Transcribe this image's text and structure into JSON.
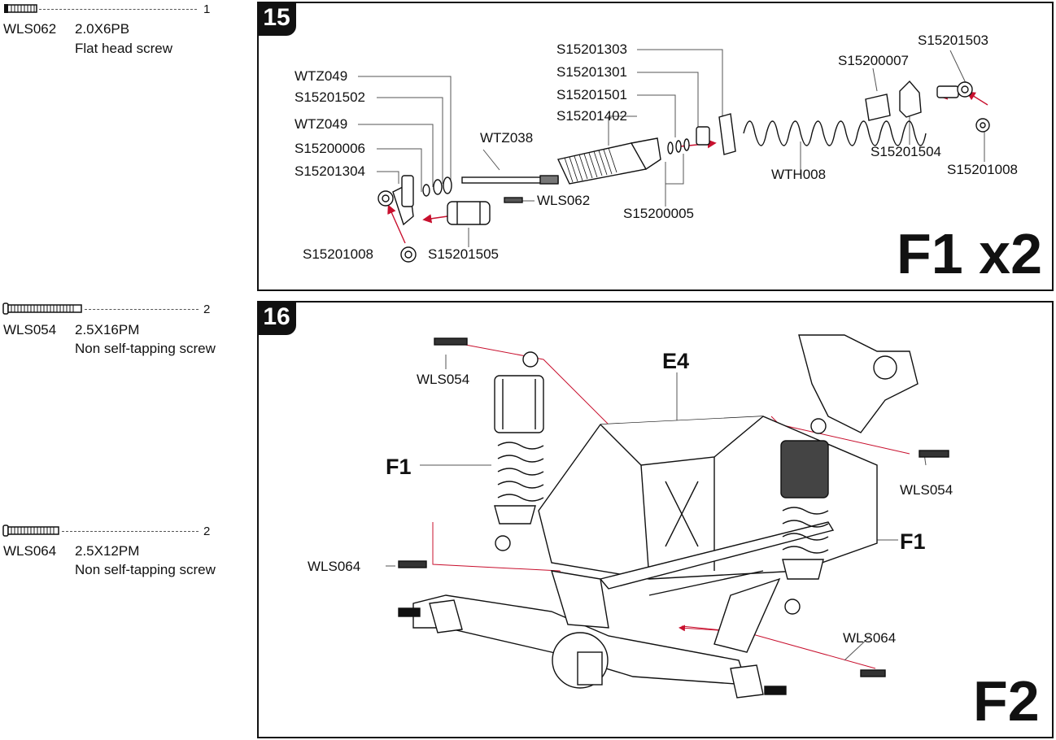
{
  "parts_list": [
    {
      "code": "WLS062",
      "spec": "2.0X6PB",
      "desc": "Flat head screw",
      "qty": "1"
    },
    {
      "code": "WLS054",
      "spec": "2.5X16PM",
      "desc": "Non self-tapping screw",
      "qty": "2"
    },
    {
      "code": "WLS064",
      "spec": "2.5X12PM",
      "desc": "Non self-tapping screw",
      "qty": "2"
    }
  ],
  "step15": {
    "number": "15",
    "result_label": "F1 x2",
    "labels": {
      "wtz049_a": "WTZ049",
      "s15201502": "S15201502",
      "wtz049_b": "WTZ049",
      "s15200006": "S15200006",
      "s15201304": "S15201304",
      "wtz038": "WTZ038",
      "wls062": "WLS062",
      "s15201008_a": "S15201008",
      "s15201505": "S15201505",
      "s15201303": "S15201303",
      "s15201301": "S15201301",
      "s15201501": "S15201501",
      "s15201402": "S15201402",
      "s15200005": "S15200005",
      "wth008": "WTH008",
      "s15200007": "S15200007",
      "s15201503": "S15201503",
      "s15201504": "S15201504",
      "s15201008_b": "S15201008"
    }
  },
  "step16": {
    "number": "16",
    "result_label": "F2",
    "labels": {
      "wls054_a": "WLS054",
      "e4": "E4",
      "f1_a": "F1",
      "wls054_b": "WLS054",
      "f1_b": "F1",
      "wls064_a": "WLS064",
      "wls064_b": "WLS064"
    }
  },
  "colors": {
    "ink": "#111111",
    "arrow": "#c8102e",
    "leader": "#555555"
  }
}
